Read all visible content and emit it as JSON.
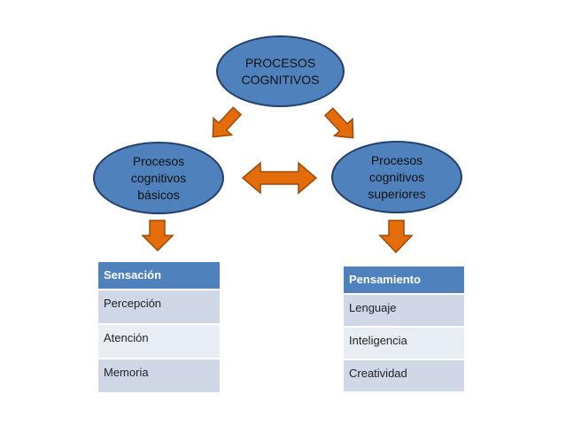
{
  "colors": {
    "node_fill": "#4f81bd",
    "node_border": "#22406b",
    "arrow_fill": "#e46c0a",
    "arrow_stroke": "#9b4a0a",
    "header_fill": "#4f81bd",
    "row_dark": "#d0d8e8",
    "row_light": "#e9edf4"
  },
  "nodes": {
    "root": "PROCESOS\nCOGNITIVOS",
    "basic": "Procesos\ncognitivos\nbásicos",
    "superior": "Procesos\ncognitivos\nsuperiores"
  },
  "tables": {
    "basic": {
      "header": "Sensación",
      "rows": [
        "Percepción",
        "Atención",
        "Memoria"
      ]
    },
    "superior": {
      "header": "Pensamiento",
      "rows": [
        "Lenguaje",
        "Inteligencia",
        "Creatividad"
      ]
    }
  }
}
